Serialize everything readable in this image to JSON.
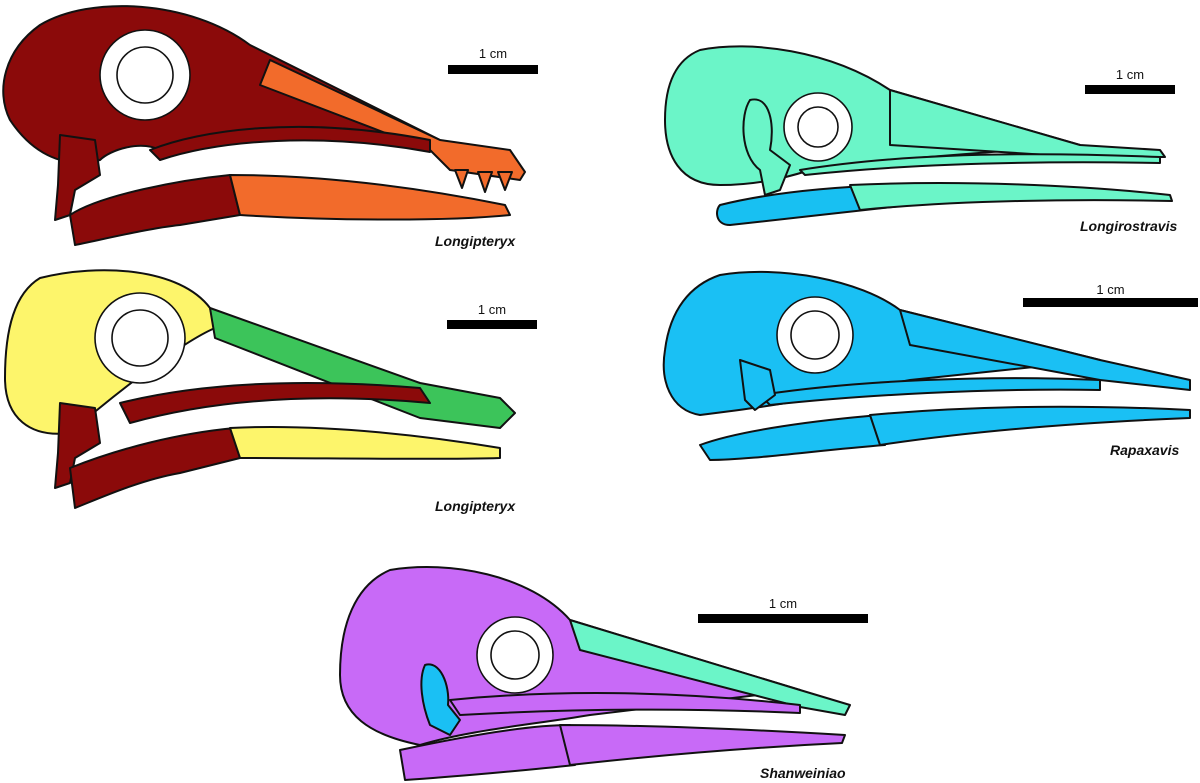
{
  "panels": [
    {
      "taxon": "Longipteryx",
      "scale_label": "1 cm",
      "colors": {
        "skull": "#8B0A0A",
        "rostrum": "#F26B2B",
        "jaw": "#8B0A0A",
        "jaw_front": "#F26B2B",
        "quadrate": "#8B0A0A"
      }
    },
    {
      "taxon": "Longirostravis",
      "scale_label": "1 cm",
      "colors": {
        "skull": "#6BF5C8",
        "rostrum": "#6BF5C8",
        "jaw": "#18C0F2",
        "jaw_front": "#6BF5C8",
        "quadrate": "#6BF5C8"
      }
    },
    {
      "taxon": "Longipteryx",
      "scale_label": "1 cm",
      "colors": {
        "skull": "#FDF56B",
        "rostrum": "#3CC45A",
        "jaw": "#8B0A0A",
        "jaw_front": "#FDF56B",
        "quadrate": "#8B0A0A"
      }
    },
    {
      "taxon": "Rapaxavis",
      "scale_label": "1 cm",
      "colors": {
        "skull": "#1AC0F4",
        "rostrum": "#1AC0F4",
        "jaw": "#1AC0F4",
        "jaw_front": "#1AC0F4",
        "quadrate": "#1AC0F4"
      }
    },
    {
      "taxon": "Shanweiniao",
      "scale_label": "1 cm",
      "colors": {
        "skull": "#C86AF7",
        "rostrum": "#6BF5C8",
        "jaw": "#C86AF7",
        "jaw_front": "#C86AF7",
        "quadrate": "#1AC0F4"
      }
    }
  ]
}
